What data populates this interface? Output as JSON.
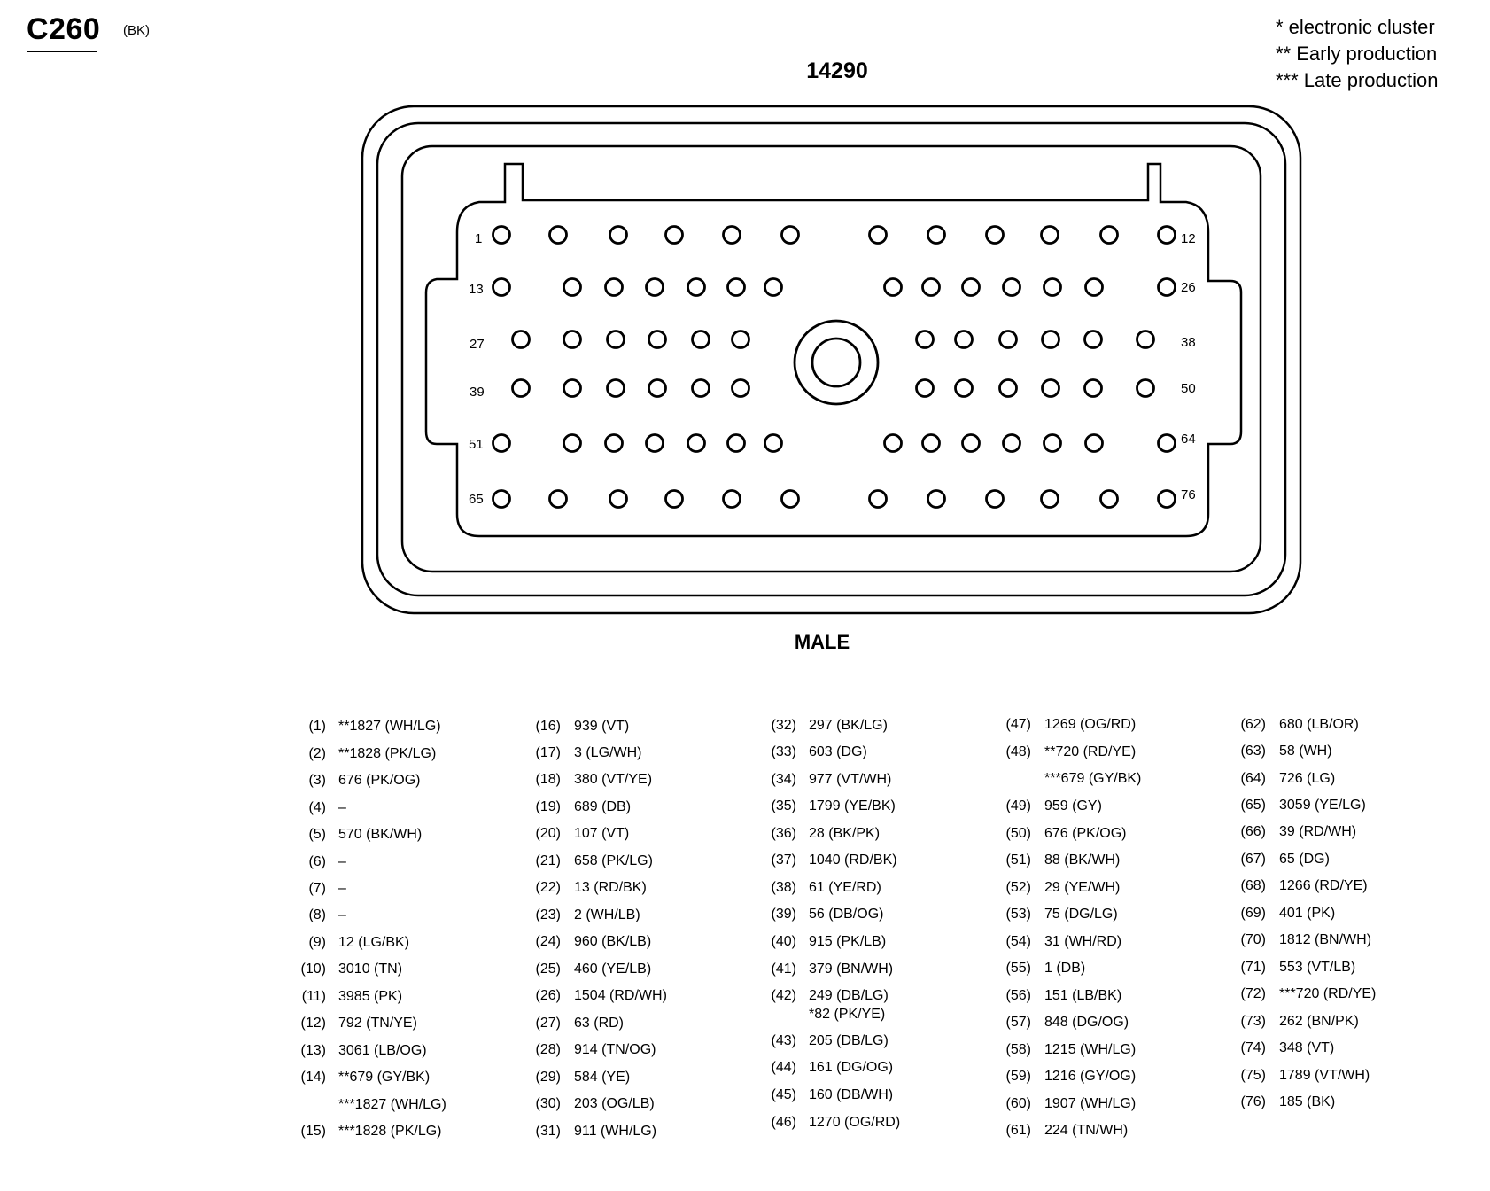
{
  "connector": {
    "id": "C260",
    "color": "(BK)",
    "part_number": "14290",
    "gender": "MALE"
  },
  "notes": [
    "* electronic cluster",
    "** Early production",
    "*** Late production"
  ],
  "pin_labels": [
    "1",
    "12",
    "13",
    "26",
    "27",
    "38",
    "39",
    "50",
    "51",
    "64",
    "65",
    "76"
  ],
  "pins": [
    {
      "n": "(1)",
      "w": "**1827 (WH/LG)"
    },
    {
      "n": "(2)",
      "w": "**1828 (PK/LG)"
    },
    {
      "n": "(3)",
      "w": "676 (PK/OG)"
    },
    {
      "n": "(4)",
      "w": "–"
    },
    {
      "n": "(5)",
      "w": "570 (BK/WH)"
    },
    {
      "n": "(6)",
      "w": "–"
    },
    {
      "n": "(7)",
      "w": "–"
    },
    {
      "n": "(8)",
      "w": "–"
    },
    {
      "n": "(9)",
      "w": "12 (LG/BK)"
    },
    {
      "n": "(10)",
      "w": "3010 (TN)"
    },
    {
      "n": "(11)",
      "w": "3985 (PK)"
    },
    {
      "n": "(12)",
      "w": "792 (TN/YE)"
    },
    {
      "n": "(13)",
      "w": "3061 (LB/OG)"
    },
    {
      "n": "(14)",
      "w": "**679 (GY/BK)",
      "w2": "***1827 (WH/LG)"
    },
    {
      "n": "(15)",
      "w": "***1828 (PK/LG)"
    },
    {
      "n": "(16)",
      "w": "939 (VT)"
    },
    {
      "n": "(17)",
      "w": "3 (LG/WH)"
    },
    {
      "n": "(18)",
      "w": "380 (VT/YE)"
    },
    {
      "n": "(19)",
      "w": "689 (DB)"
    },
    {
      "n": "(20)",
      "w": "107 (VT)"
    },
    {
      "n": "(21)",
      "w": "658 (PK/LG)"
    },
    {
      "n": "(22)",
      "w": "13 (RD/BK)"
    },
    {
      "n": "(23)",
      "w": "2 (WH/LB)"
    },
    {
      "n": "(24)",
      "w": "960 (BK/LB)"
    },
    {
      "n": "(25)",
      "w": "460 (YE/LB)"
    },
    {
      "n": "(26)",
      "w": "1504 (RD/WH)"
    },
    {
      "n": "(27)",
      "w": "63 (RD)"
    },
    {
      "n": "(28)",
      "w": "914 (TN/OG)"
    },
    {
      "n": "(29)",
      "w": "584 (YE)"
    },
    {
      "n": "(30)",
      "w": "203 (OG/LB)"
    },
    {
      "n": "(31)",
      "w": "911 (WH/LG)"
    },
    {
      "n": "(32)",
      "w": "297 (BK/LG)"
    },
    {
      "n": "(33)",
      "w": "603 (DG)"
    },
    {
      "n": "(34)",
      "w": "977 (VT/WH)"
    },
    {
      "n": "(35)",
      "w": "1799 (YE/BK)"
    },
    {
      "n": "(36)",
      "w": "28 (BK/PK)"
    },
    {
      "n": "(37)",
      "w": "1040 (RD/BK)"
    },
    {
      "n": "(38)",
      "w": "61 (YE/RD)"
    },
    {
      "n": "(39)",
      "w": "56 (DB/OG)"
    },
    {
      "n": "(40)",
      "w": "915 (PK/LB)"
    },
    {
      "n": "(41)",
      "w": "379 (BN/WH)"
    },
    {
      "n": "(42)",
      "w": "249 (DB/LG)",
      "w2": "*82 (PK/YE)"
    },
    {
      "n": "(43)",
      "w": "205 (DB/LG)"
    },
    {
      "n": "(44)",
      "w": "161 (DG/OG)"
    },
    {
      "n": "(45)",
      "w": "160 (DB/WH)"
    },
    {
      "n": "(46)",
      "w": "1270 (OG/RD)"
    },
    {
      "n": "(47)",
      "w": "1269 (OG/RD)"
    },
    {
      "n": "(48)",
      "w": "**720 (RD/YE)",
      "w2": "***679 (GY/BK)"
    },
    {
      "n": "(49)",
      "w": "959 (GY)"
    },
    {
      "n": "(50)",
      "w": "676 (PK/OG)"
    },
    {
      "n": "(51)",
      "w": "88 (BK/WH)"
    },
    {
      "n": "(52)",
      "w": "29 (YE/WH)"
    },
    {
      "n": "(53)",
      "w": "75 (DG/LG)"
    },
    {
      "n": "(54)",
      "w": "31 (WH/RD)"
    },
    {
      "n": "(55)",
      "w": "1 (DB)"
    },
    {
      "n": "(56)",
      "w": "151 (LB/BK)"
    },
    {
      "n": "(57)",
      "w": "848 (DG/OG)"
    },
    {
      "n": "(58)",
      "w": "1215 (WH/LG)"
    },
    {
      "n": "(59)",
      "w": "1216 (GY/OG)"
    },
    {
      "n": "(60)",
      "w": "1907 (WH/LG)"
    },
    {
      "n": "(61)",
      "w": "224 (TN/WH)"
    },
    {
      "n": "(62)",
      "w": "680 (LB/OR)"
    },
    {
      "n": "(63)",
      "w": "58 (WH)"
    },
    {
      "n": "(64)",
      "w": "726 (LG)"
    },
    {
      "n": "(65)",
      "w": "3059 (YE/LG)"
    },
    {
      "n": "(66)",
      "w": "39 (RD/WH)"
    },
    {
      "n": "(67)",
      "w": "65 (DG)"
    },
    {
      "n": "(68)",
      "w": "1266 (RD/YE)"
    },
    {
      "n": "(69)",
      "w": "401 (PK)"
    },
    {
      "n": "(70)",
      "w": "1812 (BN/WH)"
    },
    {
      "n": "(71)",
      "w": "553 (VT/LB)"
    },
    {
      "n": "(72)",
      "w": "***720 (RD/YE)"
    },
    {
      "n": "(73)",
      "w": "262 (BN/PK)"
    },
    {
      "n": "(74)",
      "w": "348 (VT)"
    },
    {
      "n": "(75)",
      "w": "1789 (VT/WH)"
    },
    {
      "n": "(76)",
      "w": "185 (BK)"
    }
  ]
}
